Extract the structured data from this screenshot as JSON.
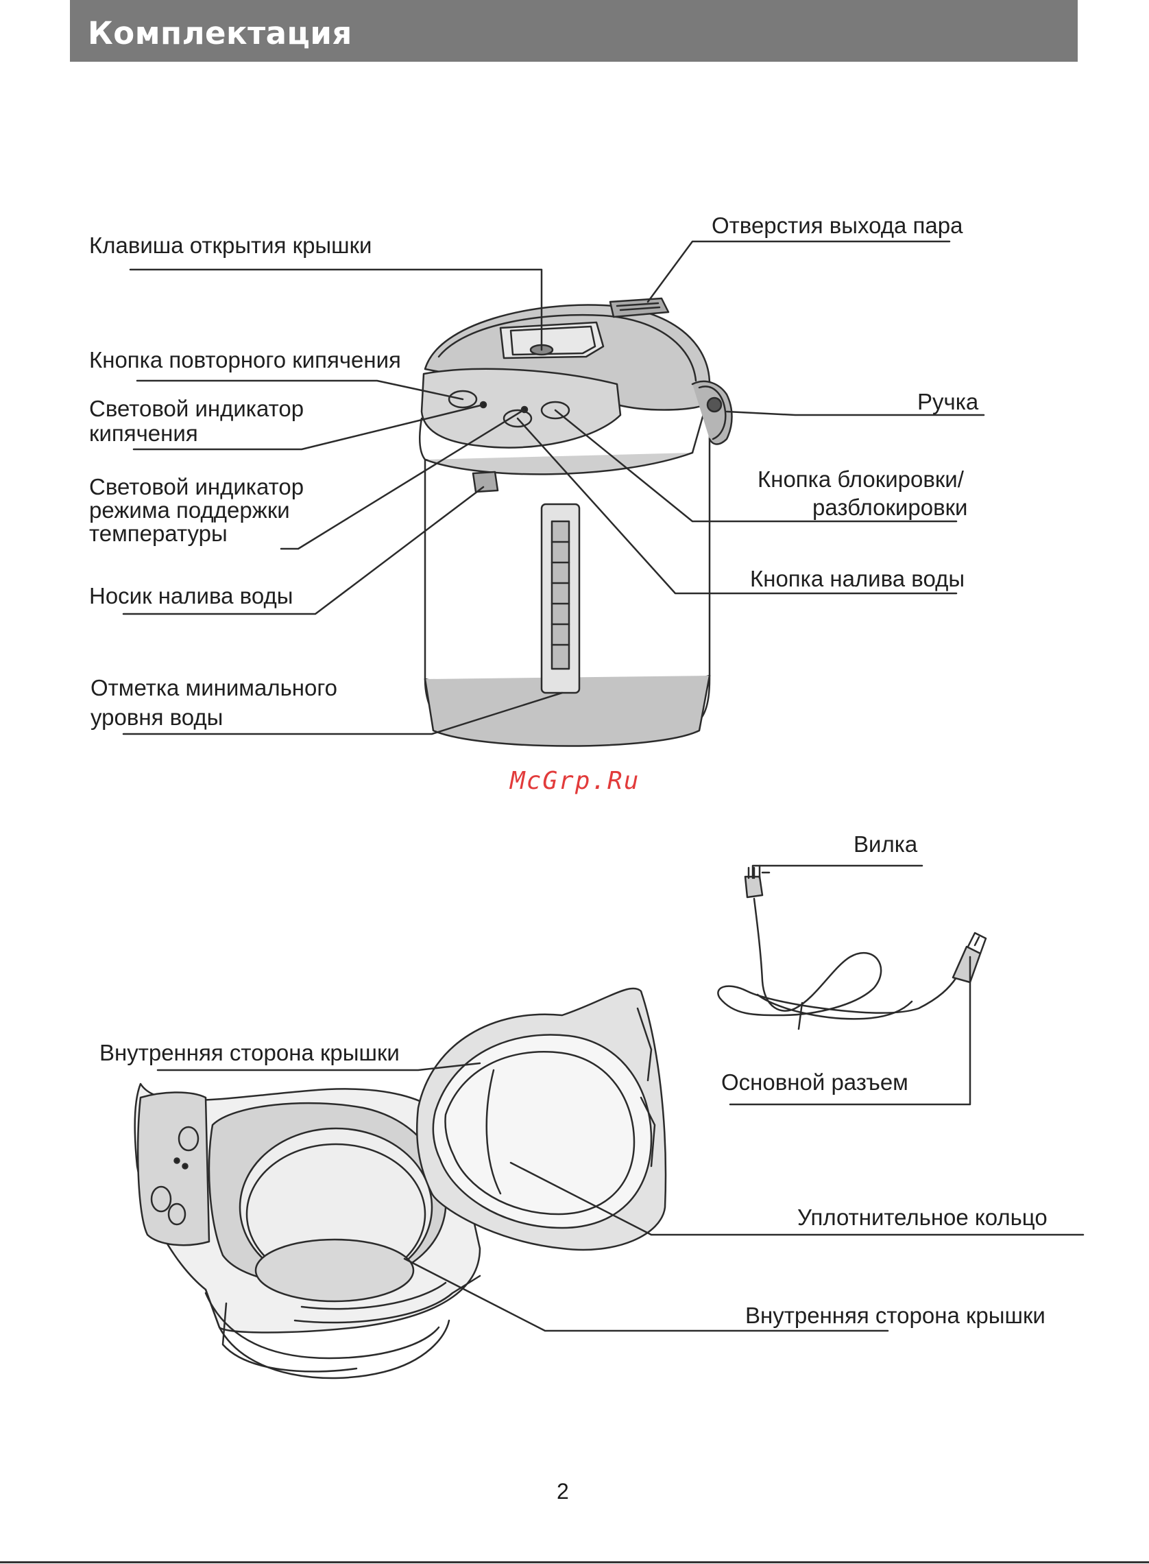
{
  "header": {
    "title": "Комплектация"
  },
  "top_labels": {
    "lid_key": "Клавиша открытия крышки",
    "steam_vents": "Отверстия выхода пара",
    "reboil_button": "Кнопка повторного кипячения",
    "boil_indicator_1": "Световой индикатор",
    "boil_indicator_2": "кипячения",
    "handle": "Ручка",
    "lock_button_1": "Кнопка блокировки/",
    "lock_button_2": "разблокировки",
    "keepwarm_1": "Световой индикатор",
    "keepwarm_2": "режима поддержки",
    "keepwarm_3": "температуры",
    "dispense_button": "Кнопка налива воды",
    "spout": "Носик налива воды",
    "min_mark_1": "Отметка минимального",
    "min_mark_2": "уровня воды"
  },
  "watermark": "McGrp.Ru",
  "bottom_labels": {
    "plug": "Вилка",
    "main_connector": "Основной разъем",
    "inner_lid_1": "Внутренняя сторона крышки",
    "seal_ring": "Уплотнительное  кольцо",
    "inner_lid_2": "Внутренняя сторона крышки"
  },
  "page_number": "2"
}
